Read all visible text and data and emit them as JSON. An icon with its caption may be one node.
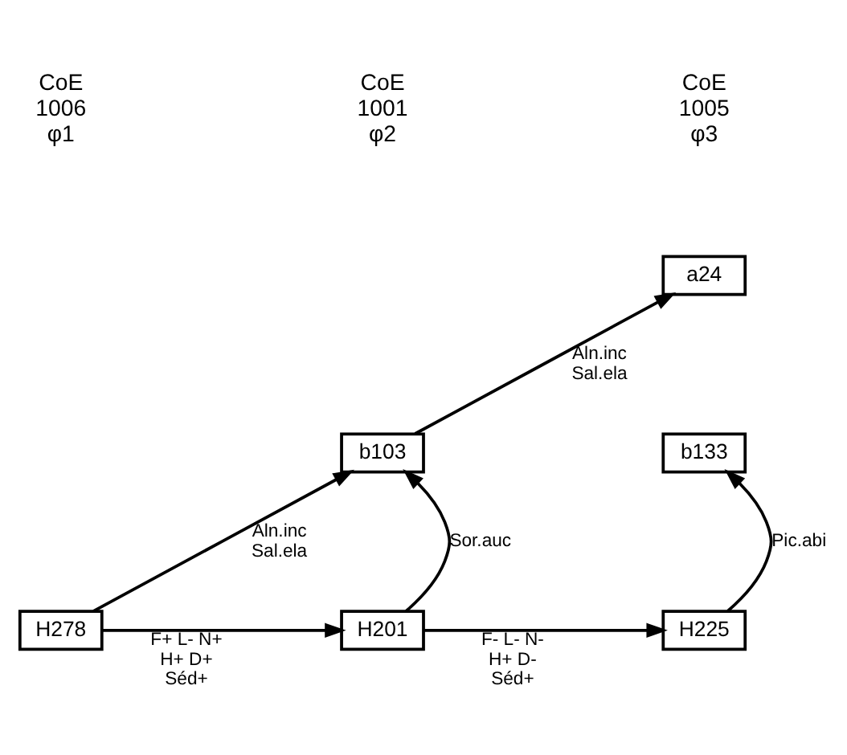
{
  "diagram": {
    "nodes": [
      {
        "text": [
          "a24"
        ]
      },
      {
        "text": [
          "b103"
        ]
      },
      {
        "text": [
          "b133"
        ]
      },
      {
        "text": [
          "H278"
        ]
      },
      {
        "text": [
          "H201"
        ]
      },
      {
        "text": [
          "H225"
        ]
      }
    ],
    "edges": [
      {
        "from": 1,
        "to": 0,
        "arrow": "to",
        "label": "Aln.inc Sal.ela"
      },
      {
        "from": 3,
        "to": 1,
        "arrow": "to",
        "label": "Aln.inc Sal.ela"
      },
      {
        "from": 4,
        "to": 1,
        "arrow": "to",
        "label": "Sor.auc"
      },
      {
        "from": 5,
        "to": 2,
        "arrow": "to",
        "label": "Pic.abi"
      },
      {
        "from": 3,
        "to": 4,
        "arrow": "to",
        "label": "F+ L- N+ H+ D+ Séd+"
      },
      {
        "from": 4,
        "to": 5,
        "arrow": "to",
        "label": "F- L- N- H+ D- Séd+"
      }
    ],
    "labels": [
      "CoE",
      "CoE",
      "CoE",
      "1006",
      "1001",
      "1005",
      "φ1",
      "φ2",
      "φ3"
    ]
  }
}
